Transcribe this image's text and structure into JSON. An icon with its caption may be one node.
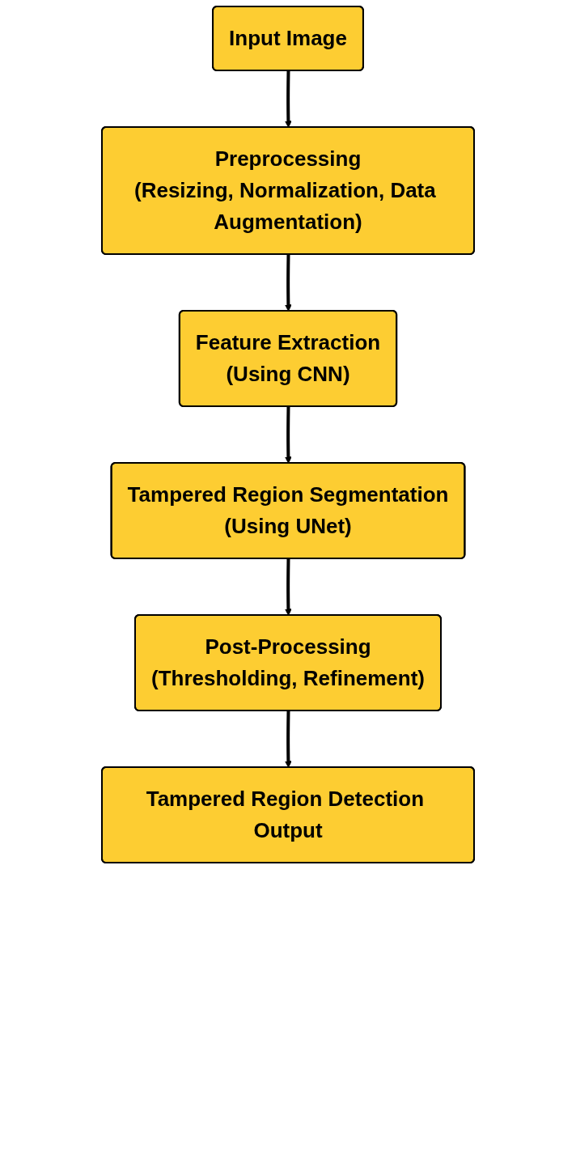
{
  "diagram": {
    "nodes": [
      {
        "text": [
          "Input Image"
        ]
      },
      {
        "text": [
          "Preprocessing",
          "(Resizing, Normalization, Data Augmentation)"
        ]
      },
      {
        "text": [
          "Feature Extraction",
          "(Using CNN)"
        ]
      },
      {
        "text": [
          "Tampered Region Segmentation",
          "(Using UNet)"
        ]
      },
      {
        "text": [
          "Post-Processing",
          "(Thresholding, Refinement)"
        ]
      },
      {
        "text": [
          "Tampered Region Detection Output"
        ]
      }
    ],
    "edges": [
      {
        "from": 0,
        "to": 1,
        "arrow": "to"
      },
      {
        "from": 1,
        "to": 2,
        "arrow": "to"
      },
      {
        "from": 2,
        "to": 3,
        "arrow": "to"
      },
      {
        "from": 3,
        "to": 4,
        "arrow": "to"
      },
      {
        "from": 4,
        "to": 5,
        "arrow": "to"
      }
    ]
  }
}
